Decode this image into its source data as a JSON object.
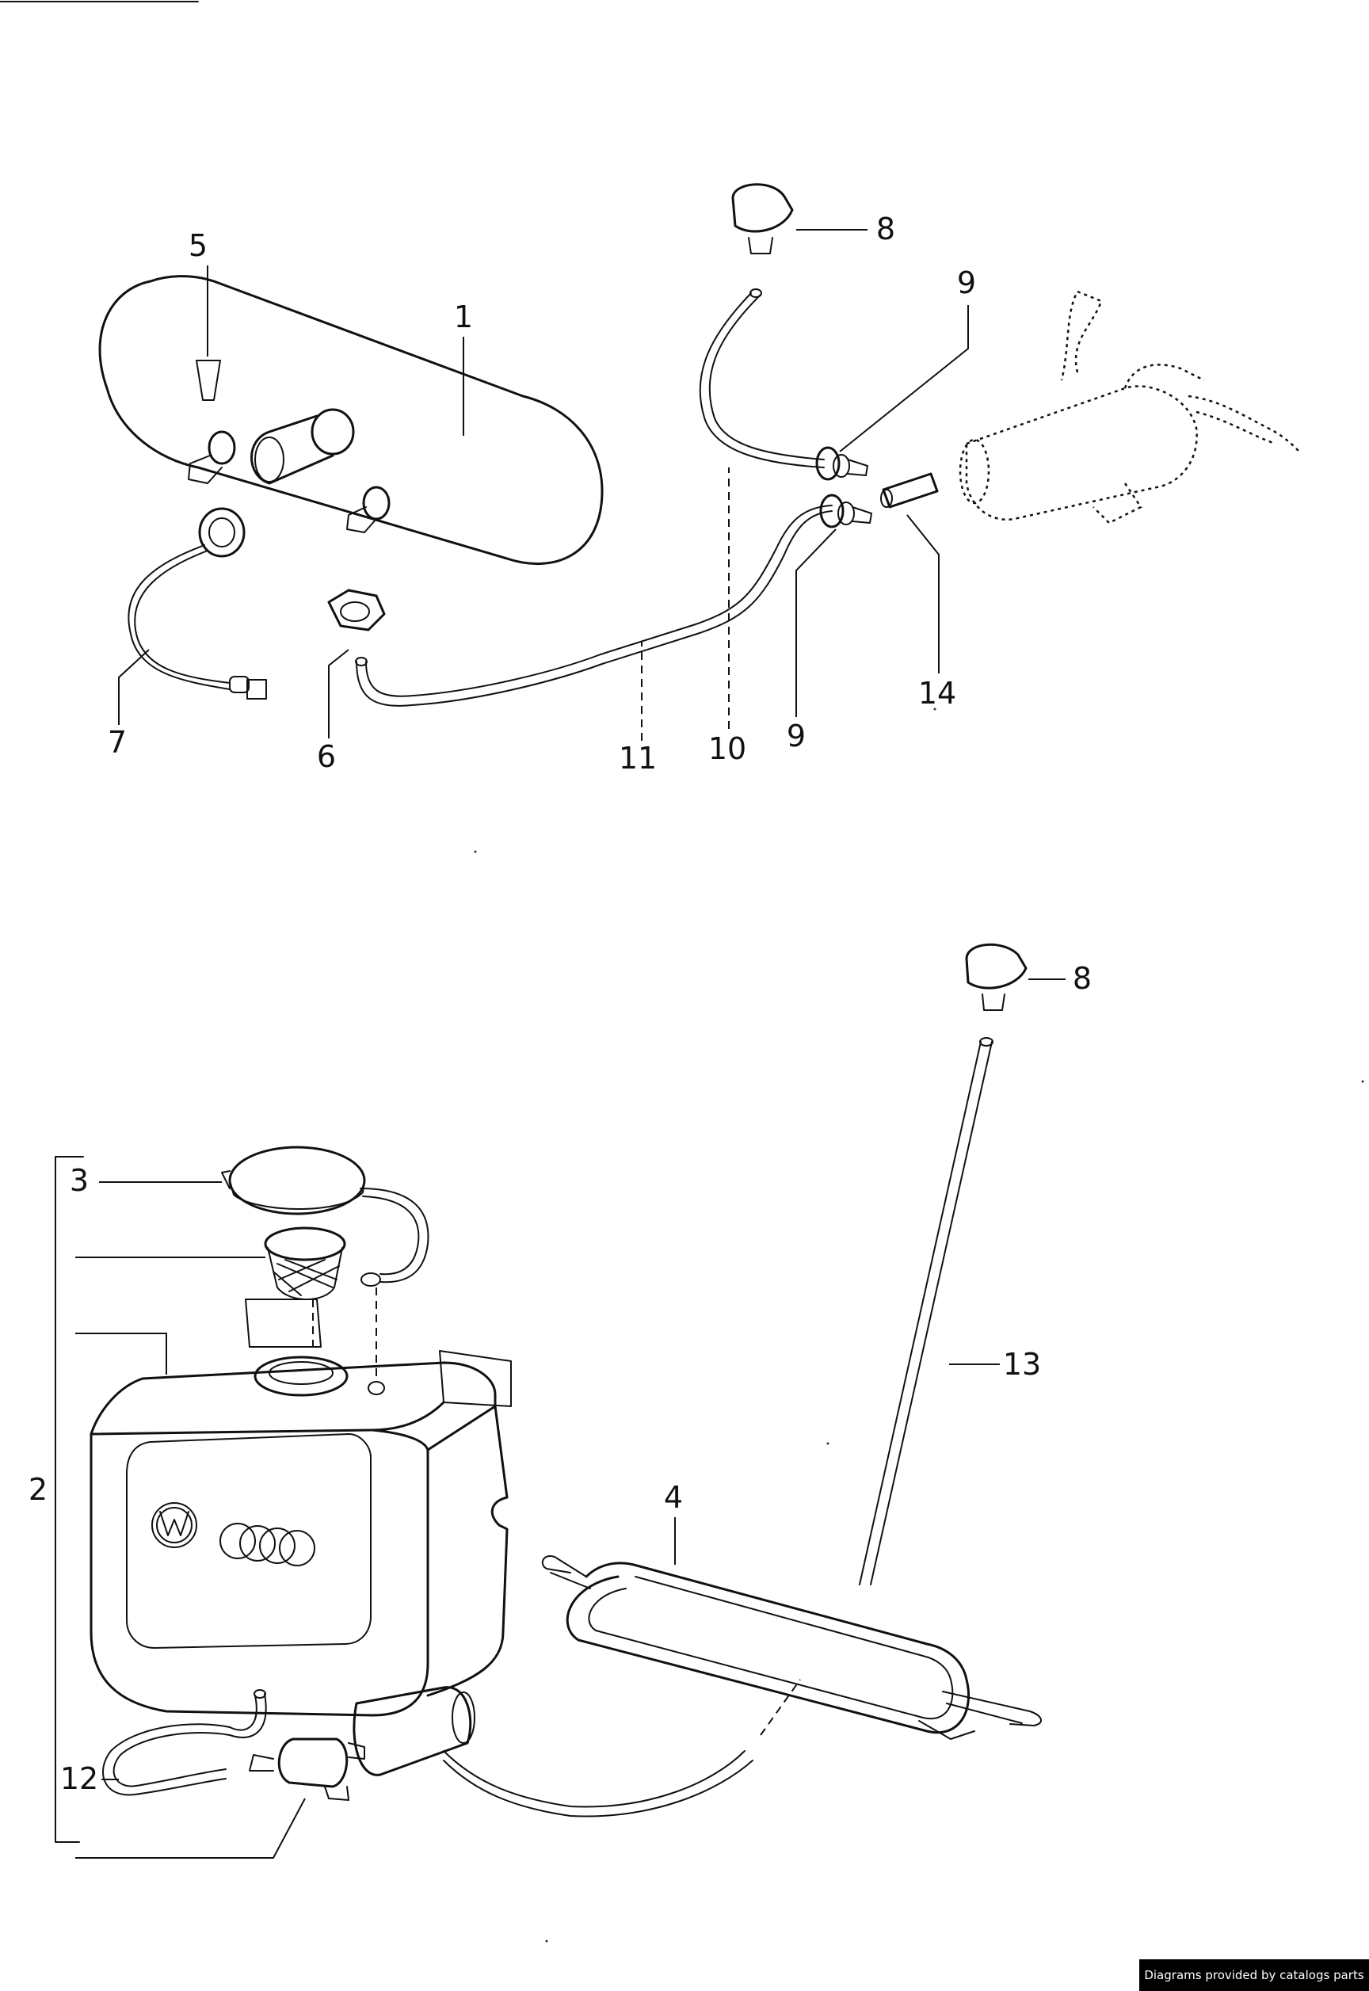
{
  "callouts": {
    "c1": "1",
    "c2": "2",
    "c3": "3",
    "c4": "4",
    "c5": "5",
    "c6": "6",
    "c7": "7",
    "c8_top": "8",
    "c8_bottom": "8",
    "c9_upper": "9",
    "c9_lower": "9",
    "c10": "10",
    "c11": "11",
    "c12": "12",
    "c13": "13",
    "c14": "14"
  },
  "footer": {
    "credit": "Diagrams provided by catalogs parts"
  },
  "logos": {
    "brand_vw": "VW",
    "brand_rings": "four-rings"
  }
}
